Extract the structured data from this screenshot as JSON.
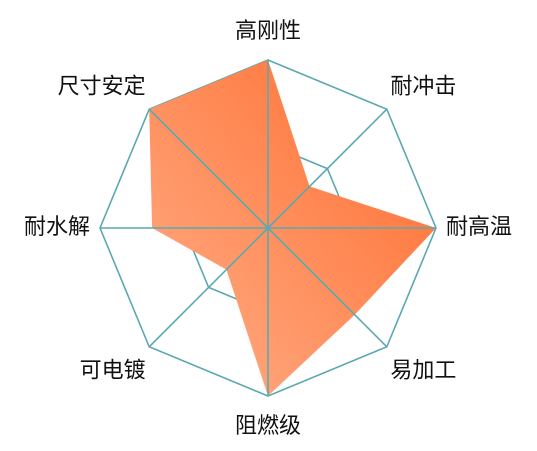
{
  "chart_data": {
    "type": "radar",
    "axes": [
      "高刚性",
      "耐冲击",
      "耐高温",
      "易加工",
      "阻燃级",
      "可电镀",
      "耐水解",
      "尺寸安定"
    ],
    "series": [
      {
        "values": [
          1.0,
          0.35,
          1.0,
          0.73,
          1.0,
          0.35,
          0.69,
          1.0
        ]
      }
    ],
    "rmax": 1.0,
    "grid_levels": 2,
    "grid": true,
    "colors": {
      "grid": "#5aa9b0",
      "fill_dark": "#ff6a2b",
      "fill_light": "#ffb08a"
    }
  }
}
